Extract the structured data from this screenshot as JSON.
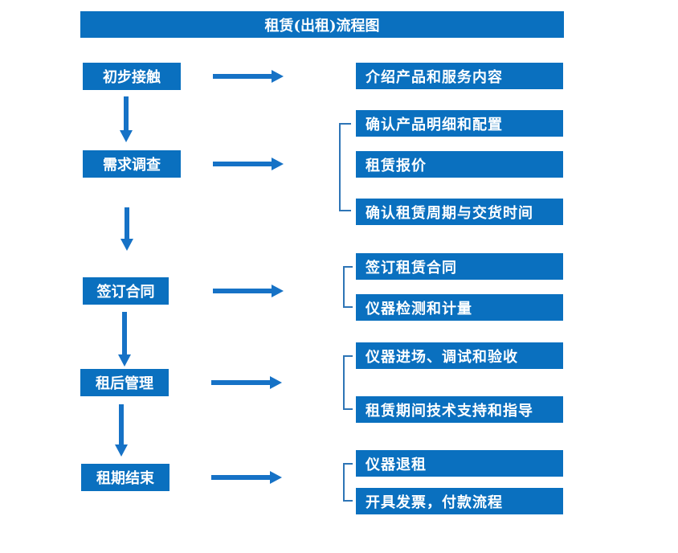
{
  "title": "租赁(出租)流程图",
  "steps": [
    {
      "label": "初步接触",
      "items": [
        "介绍产品和服务内容"
      ]
    },
    {
      "label": "需求调查",
      "items": [
        "确认产品明细和配置",
        "租赁报价",
        "确认租赁周期与交货时间"
      ]
    },
    {
      "label": "签订合同",
      "items": [
        "签订租赁合同",
        "仪器检测和计量"
      ]
    },
    {
      "label": "租后管理",
      "items": [
        "仪器进场、调试和验收",
        "租赁期间技术支持和指导"
      ]
    },
    {
      "label": "租期结束",
      "items": [
        "仪器退租",
        "开具发票，付款流程"
      ]
    }
  ],
  "colors": {
    "box_fill": "#0a70bf",
    "arrow": "#1672c6",
    "bracket": "#2e75b6",
    "text": "#ffffff",
    "background": "#ffffff"
  }
}
